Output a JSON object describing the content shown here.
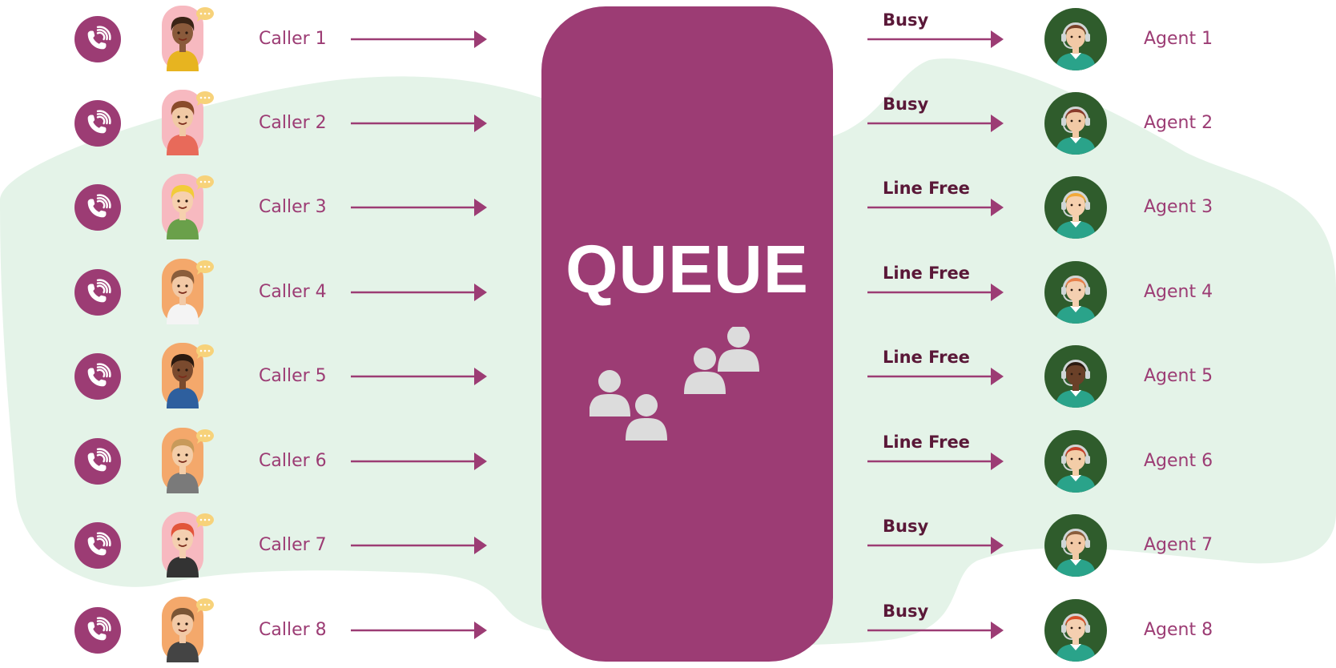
{
  "colors": {
    "accent": "#9c3c74",
    "status_text": "#5a1838",
    "background_blob": "#e4f3e8",
    "agent_circle": "#2f5c2c",
    "queue_text": "#ffffff",
    "people_icon": "#dcdcdc"
  },
  "queue": {
    "title": "QUEUE"
  },
  "callers": [
    {
      "label": "Caller 1",
      "avatar_bg": "#f7b9c0",
      "skin": "#8a5a3b",
      "hair": "#3a2416",
      "shirt": "#e7b420"
    },
    {
      "label": "Caller 2",
      "avatar_bg": "#f7b9c0",
      "skin": "#f1c9a5",
      "hair": "#8a4b2a",
      "shirt": "#e86a5a"
    },
    {
      "label": "Caller 3",
      "avatar_bg": "#f7b9c0",
      "skin": "#f6d0ae",
      "hair": "#f2cc3a",
      "shirt": "#6aa04a"
    },
    {
      "label": "Caller 4",
      "avatar_bg": "#f4a86b",
      "skin": "#f2c9a6",
      "hair": "#8a5d3b",
      "shirt": "#f4f4f4"
    },
    {
      "label": "Caller 5",
      "avatar_bg": "#f4a86b",
      "skin": "#7a4a2e",
      "hair": "#2b1a10",
      "shirt": "#2e5f9e"
    },
    {
      "label": "Caller 6",
      "avatar_bg": "#f4a86b",
      "skin": "#f3cda8",
      "hair": "#c89a5a",
      "shirt": "#7a7a7a"
    },
    {
      "label": "Caller 7",
      "avatar_bg": "#f7b9c0",
      "skin": "#f4cfb0",
      "hair": "#e2553a",
      "shirt": "#333333"
    },
    {
      "label": "Caller 8",
      "avatar_bg": "#f4a86b",
      "skin": "#f2c9a6",
      "hair": "#7a5535",
      "shirt": "#444444"
    }
  ],
  "agents": [
    {
      "label": "Agent 1",
      "status": "Busy",
      "skin": "#f2c9a6",
      "hair": "#7a4028"
    },
    {
      "label": "Agent 2",
      "status": "Busy",
      "skin": "#f1c9a5",
      "hair": "#8a3b2a"
    },
    {
      "label": "Agent 3",
      "status": "Line Free",
      "skin": "#f6d0ae",
      "hair": "#f2a93a"
    },
    {
      "label": "Agent 4",
      "status": "Line Free",
      "skin": "#f4cfb0",
      "hair": "#e8804a"
    },
    {
      "label": "Agent 5",
      "status": "Line Free",
      "skin": "#6a4028",
      "hair": "#2b1a10"
    },
    {
      "label": "Agent 6",
      "status": "Line Free",
      "skin": "#f3cda8",
      "hair": "#c8402a"
    },
    {
      "label": "Agent 7",
      "status": "Busy",
      "skin": "#f2c9a6",
      "hair": "#8a5d3b"
    },
    {
      "label": "Agent 8",
      "status": "Busy",
      "skin": "#f4cfb0",
      "hair": "#d8502a"
    }
  ]
}
